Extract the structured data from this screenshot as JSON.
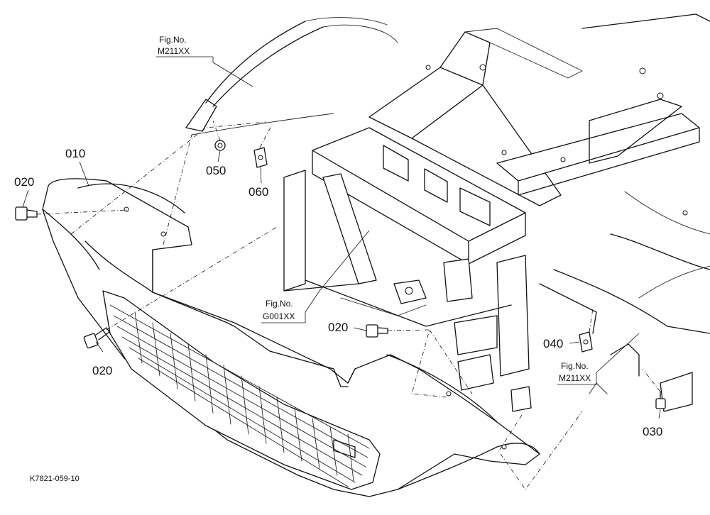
{
  "figure_refs": [
    {
      "line1": "Fig.No.",
      "line2": "M211XX"
    },
    {
      "line1": "Fig.No.",
      "line2": "G001XX"
    },
    {
      "line1": "Fig.No.",
      "line2": "M211XX"
    }
  ],
  "callouts": {
    "p010": "010",
    "p020_left": "020",
    "p020_lower": "020",
    "p020_center": "020",
    "p030": "030",
    "p040": "040",
    "p050": "050",
    "p060": "060"
  },
  "drawing_code": "K7821-059-10",
  "colors": {
    "line": "#111111",
    "background": "#ffffff"
  }
}
